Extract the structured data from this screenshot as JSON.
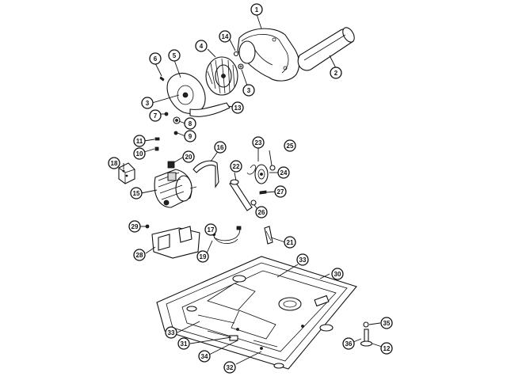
{
  "callouts": {
    "c1": "1",
    "c2": "2",
    "c3a": "3",
    "c3b": "3",
    "c4": "4",
    "c5": "5",
    "c6": "6",
    "c7": "7",
    "c8": "8",
    "c9": "9",
    "c10": "10",
    "c11": "11",
    "c12": "12",
    "c13": "13",
    "c14": "14",
    "c15": "15",
    "c16": "16",
    "c17": "17",
    "c18": "18",
    "c19": "19",
    "c20": "20",
    "c21": "21",
    "c22": "22",
    "c23": "23",
    "c24": "24",
    "c25": "25",
    "c26": "26",
    "c27": "27",
    "c28": "28",
    "c29": "29",
    "c30": "30",
    "c31": "31",
    "c32": "32",
    "c33a": "33",
    "c33b": "33",
    "c34": "34",
    "c35": "35",
    "c36": "36"
  }
}
